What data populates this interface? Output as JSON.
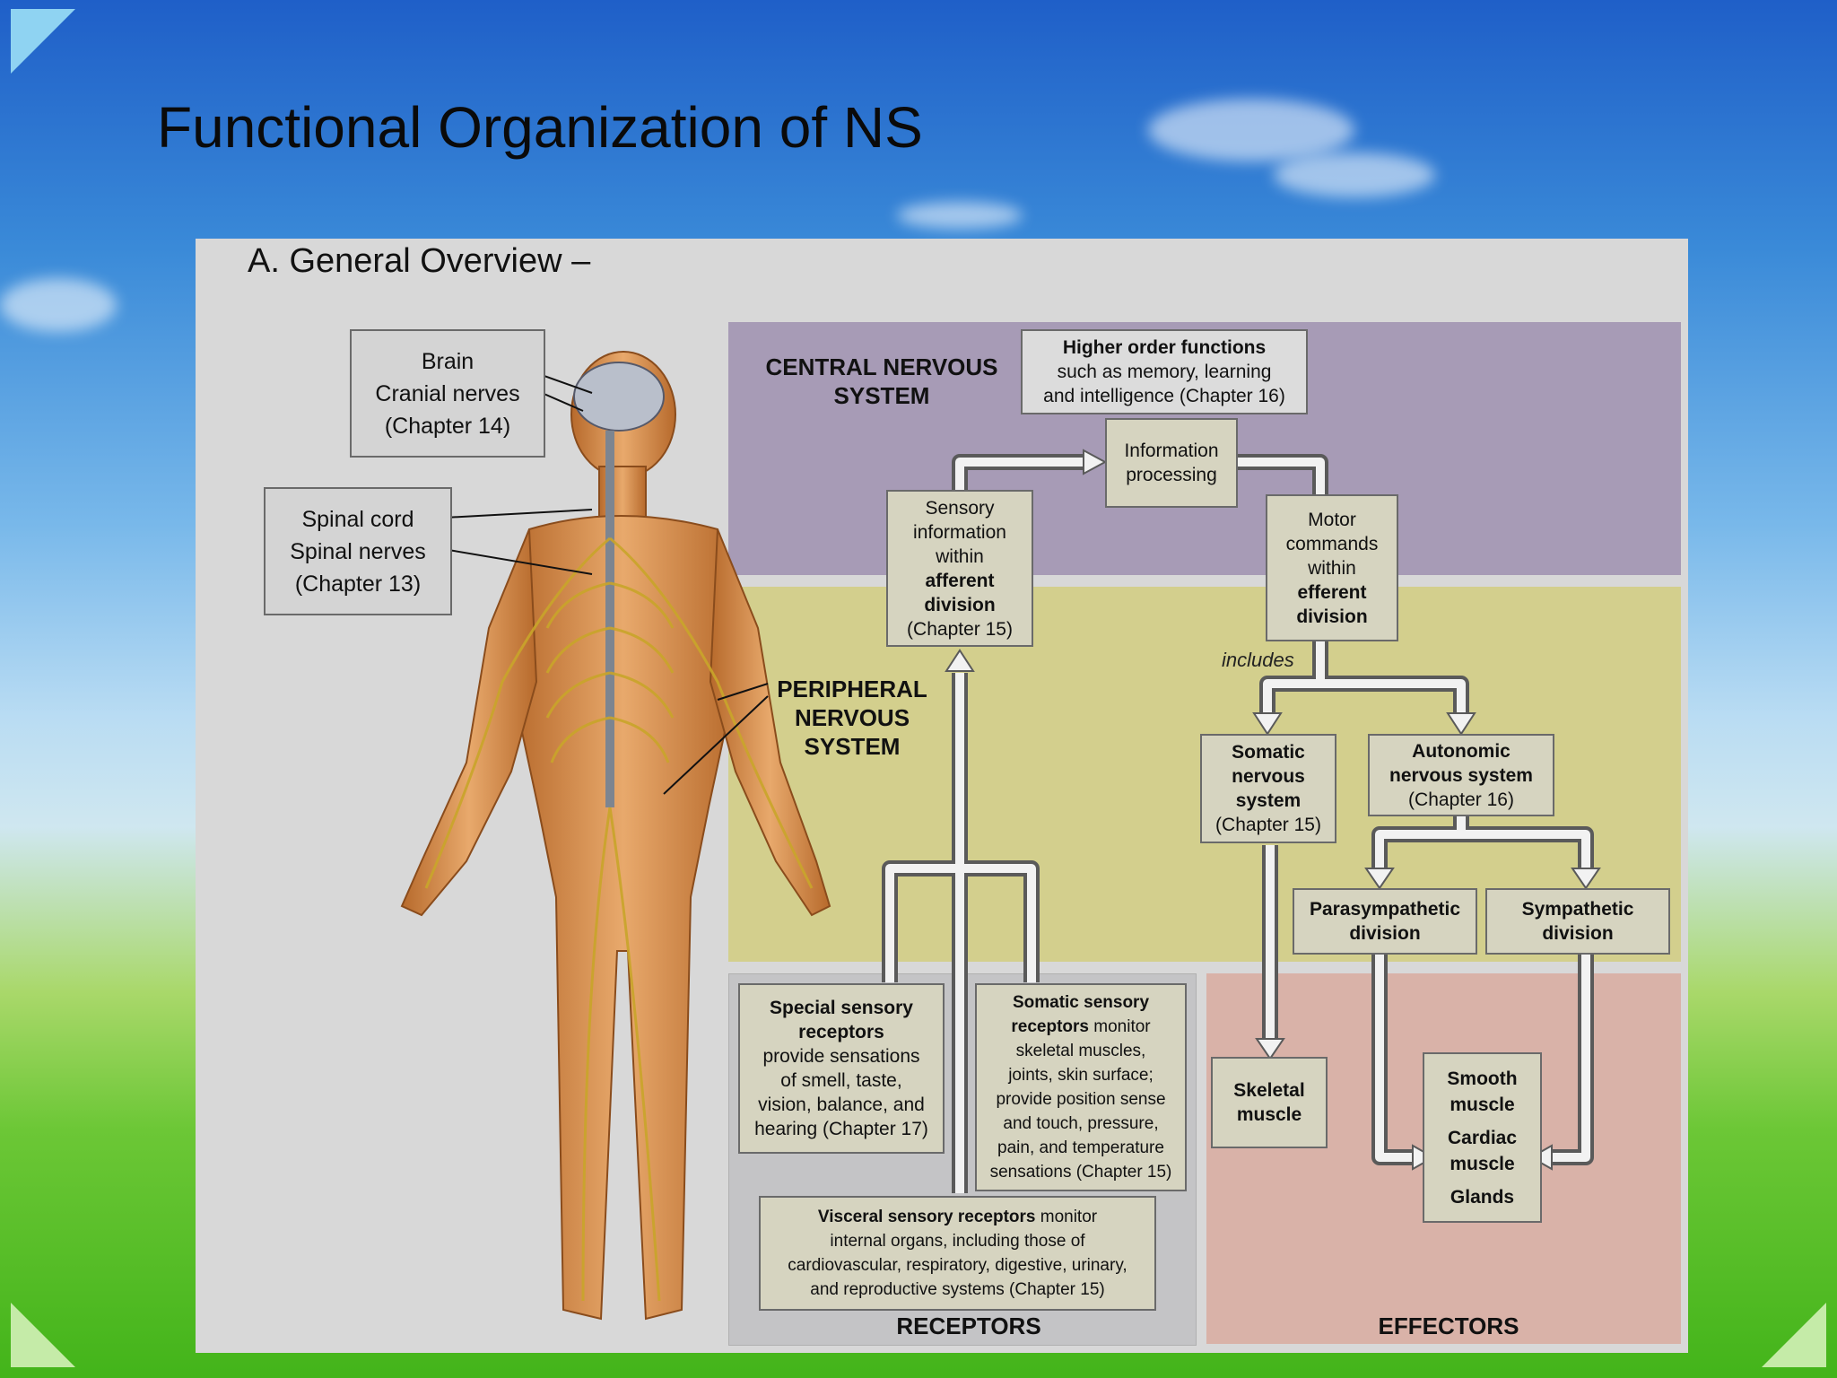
{
  "slide": {
    "title": "Functional Organization of NS"
  },
  "figure": {
    "heading": "A. General Overview –",
    "body_labels": {
      "brain": {
        "line1": "Brain",
        "line2": "Cranial nerves",
        "line3": "(Chapter 14)"
      },
      "spinal": {
        "line1": "Spinal cord",
        "line2": "Spinal nerves",
        "line3": "(Chapter 13)"
      },
      "pns": {
        "line1": "PERIPHERAL",
        "line2": "NERVOUS",
        "line3": "SYSTEM"
      }
    },
    "regions": {
      "cns": {
        "line1": "CENTRAL NERVOUS",
        "line2": "SYSTEM"
      },
      "receptors": "RECEPTORS",
      "effectors": "EFFECTORS"
    },
    "boxes": {
      "higher": {
        "title": "Higher order functions",
        "line1": "such as memory, learning",
        "line2": "and intelligence (Chapter 16)"
      },
      "info": {
        "line1": "Information",
        "line2": "processing"
      },
      "sensory": {
        "line1": "Sensory",
        "line2": "information",
        "line3": "within",
        "bold1": "afferent",
        "bold2": "division",
        "line4": "(Chapter 15)"
      },
      "motor": {
        "line1": "Motor",
        "line2": "commands",
        "line3": "within",
        "bold1": "efferent",
        "bold2": "division"
      },
      "somatic_ns": {
        "bold1": "Somatic",
        "bold2": "nervous",
        "bold3": "system",
        "line1": "(Chapter 15)"
      },
      "autonomic": {
        "bold1": "Autonomic",
        "bold2": "nervous system",
        "line1": "(Chapter 16)"
      },
      "parasympathetic": {
        "line1": "Parasympathetic",
        "line2": "division"
      },
      "sympathetic": {
        "line1": "Sympathetic",
        "line2": "division"
      },
      "special_sensory": {
        "bold1": "Special sensory",
        "bold2": "receptors",
        "line1": "provide sensations",
        "line2": "of smell, taste,",
        "line3": "vision, balance, and",
        "line4": "hearing (Chapter 17)"
      },
      "somatic_sensory": {
        "bold1": "Somatic sensory",
        "bold2": "receptors",
        "tail": " monitor",
        "line1": "skeletal muscles,",
        "line2": "joints, skin surface;",
        "line3": "provide position sense",
        "line4": "and touch, pressure,",
        "line5": "pain, and temperature",
        "line6": "sensations (Chapter 15)"
      },
      "visceral": {
        "bold1": "Visceral sensory receptors",
        "tail": " monitor",
        "line1": "internal organs, including those of",
        "line2": "cardiovascular, respiratory, digestive, urinary,",
        "line3": "and reproductive systems (Chapter 15)"
      },
      "skeletal": {
        "line1": "Skeletal",
        "line2": "muscle"
      },
      "smooth": {
        "line1": "Smooth",
        "line2": "muscle",
        "line3": "Cardiac",
        "line4": "muscle",
        "line5": "Glands"
      }
    },
    "includes_label": "includes"
  }
}
